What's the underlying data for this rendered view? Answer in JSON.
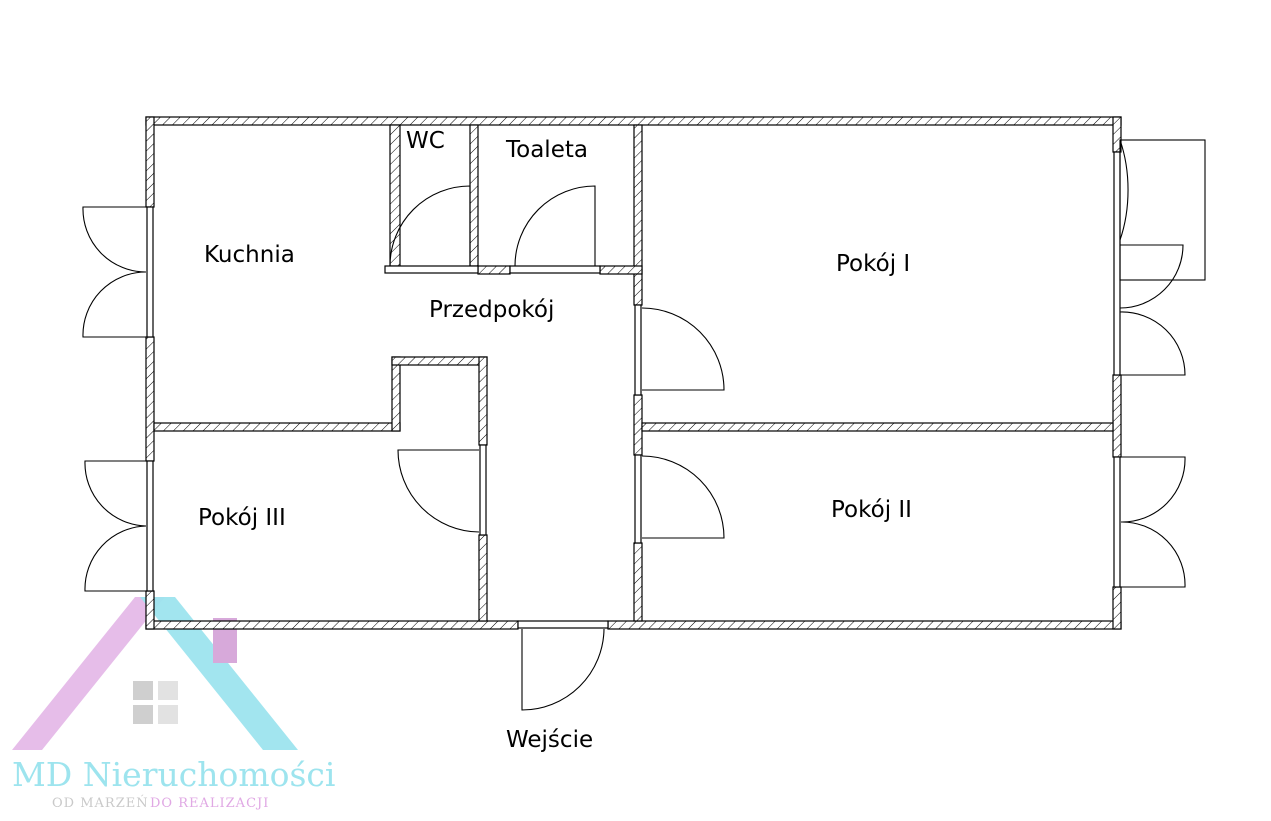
{
  "rooms": {
    "kuchnia": "Kuchnia",
    "wc": "WC",
    "toaleta": "Toaleta",
    "przedpokoj": "Przedpokój",
    "pokoj1": "Pokój I",
    "pokoj2": "Pokój II",
    "pokoj3": "Pokój III",
    "wejscie": "Wejście"
  },
  "logo": {
    "name": "MD Nieruchomości",
    "tagline_part1": "OD MARZEŃ",
    "tagline_part2": "DO REALIZACJI",
    "colors": {
      "pink": "#e6bde9",
      "cyan": "#9de4ee",
      "gray": "#cfcfcf"
    }
  }
}
